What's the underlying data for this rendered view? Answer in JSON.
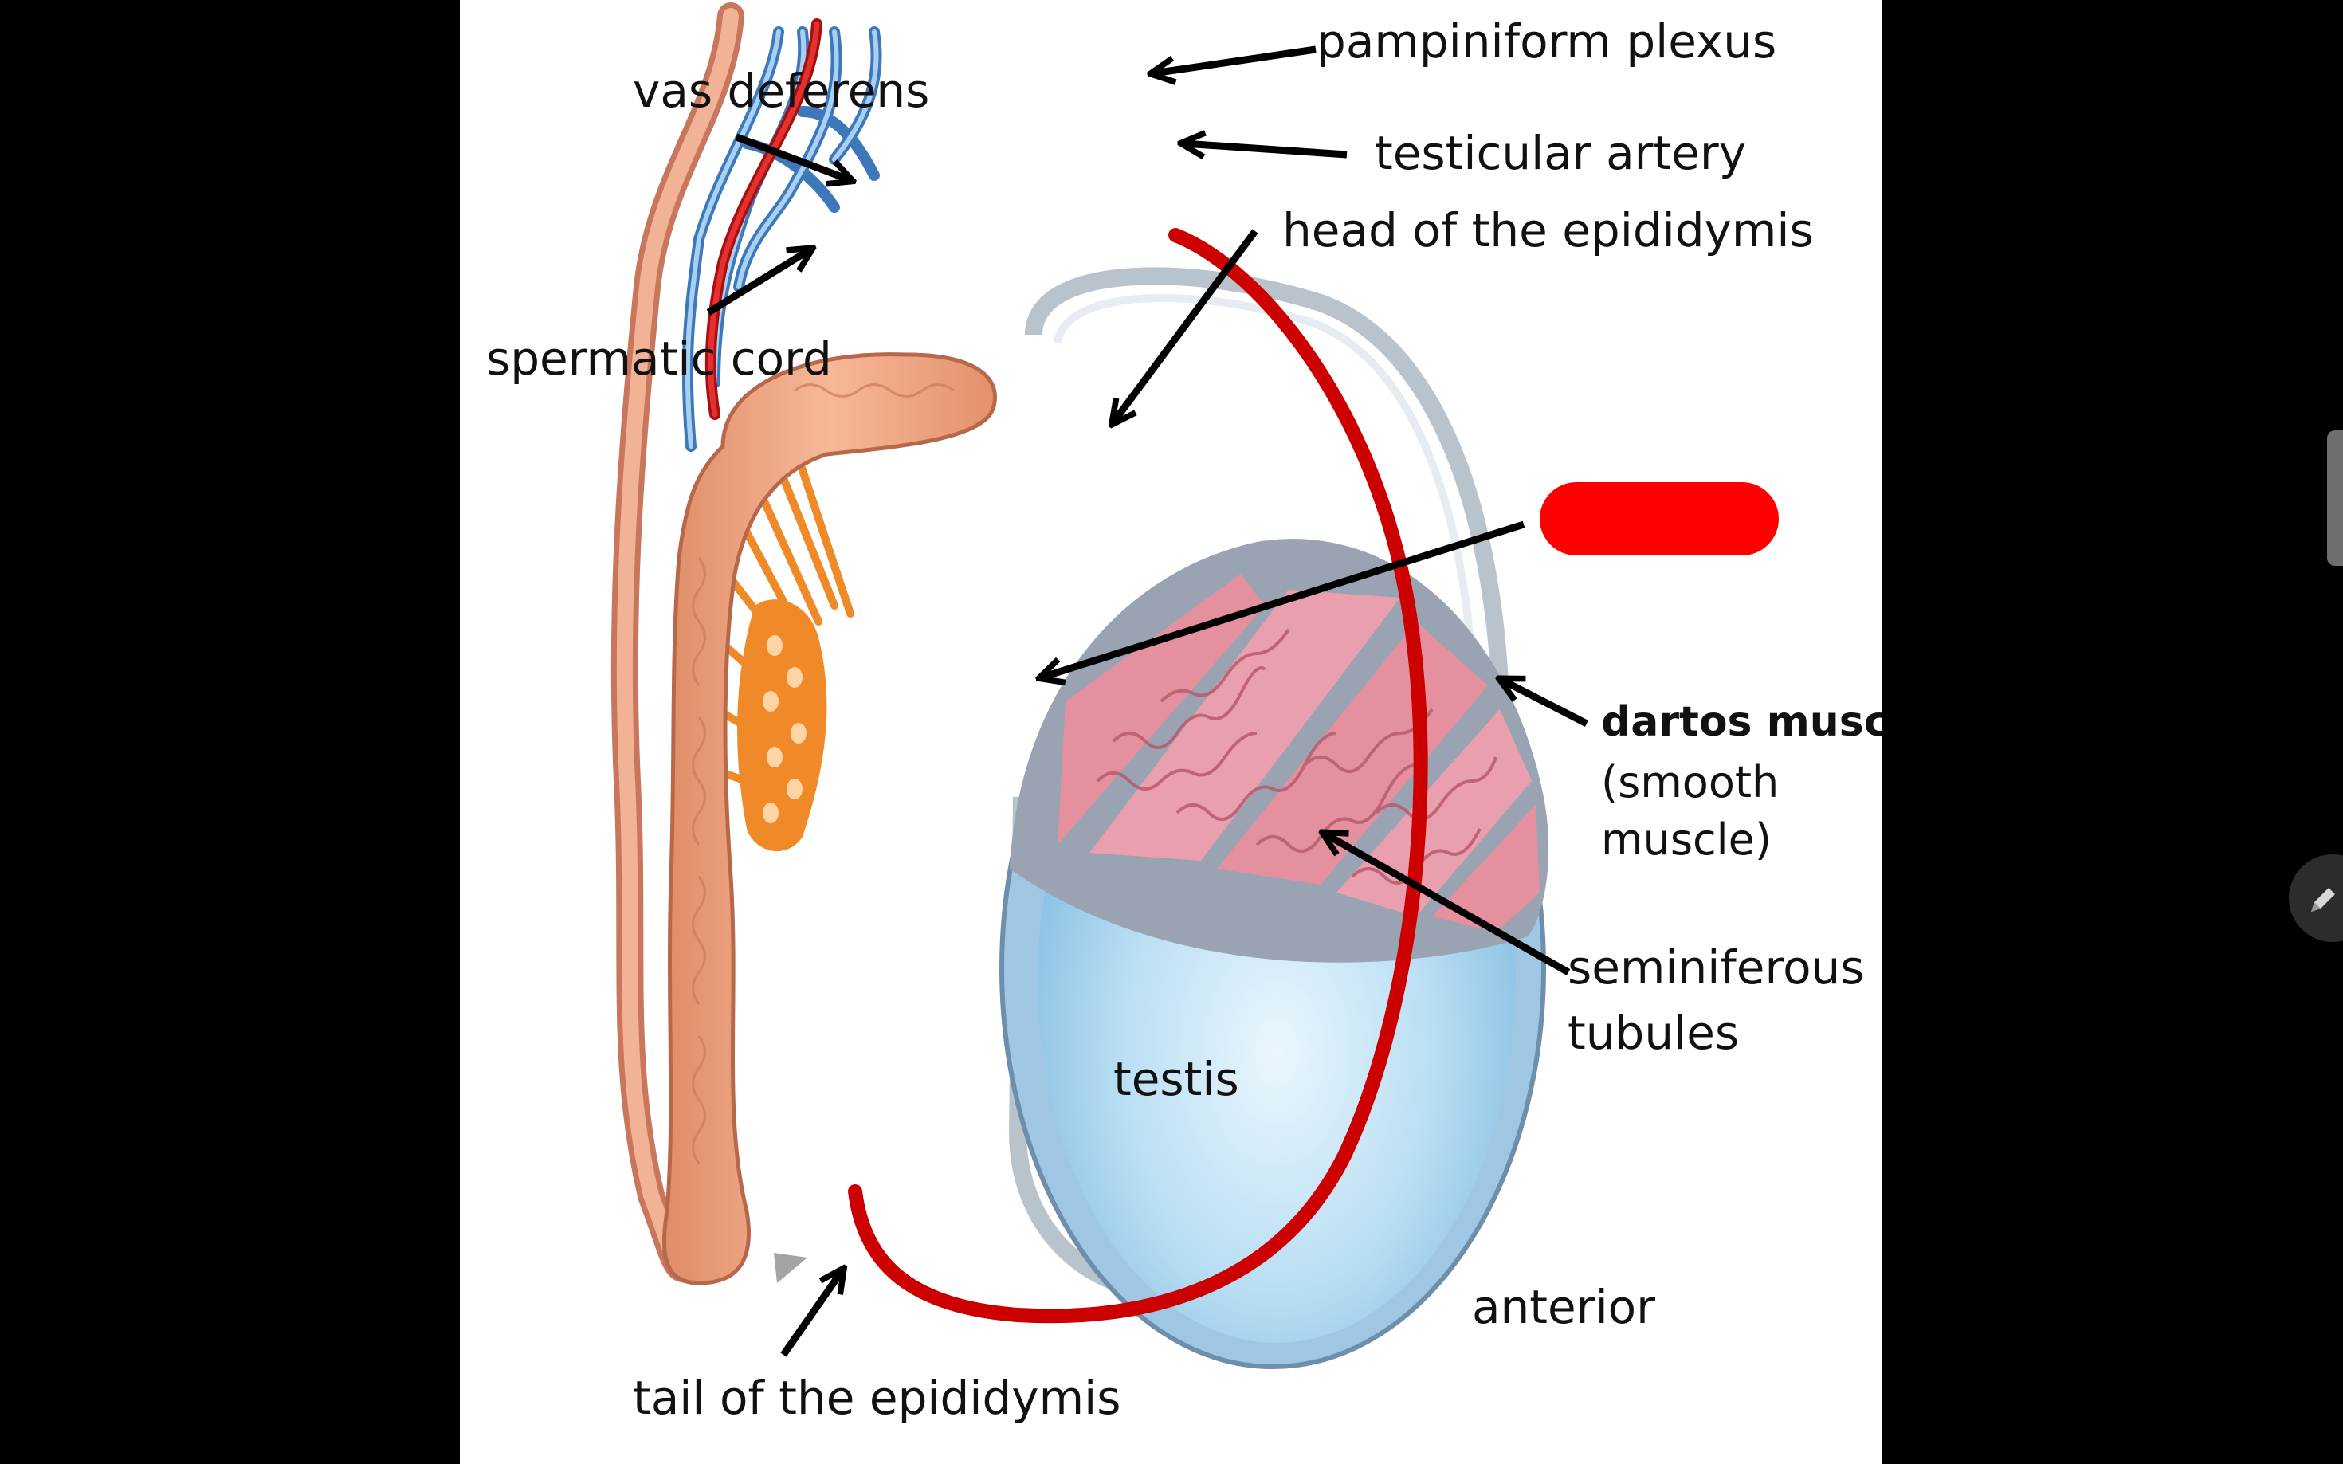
{
  "labels": {
    "pampiniform_plexus": "pampiniform plexus",
    "vas_deferens": "vas deferens",
    "testicular_artery": "testicular artery",
    "head_epididymis": "head of the epididymis",
    "spermatic_cord": "spermatic cord",
    "dartos_muscle": "dartos muscle",
    "smooth_line1": "(smooth",
    "smooth_line2": "muscle)",
    "seminiferous_line1": "seminiferous",
    "seminiferous_line2": "tubules",
    "testis": "testis",
    "anterior": "anterior",
    "tail_epididymis": "tail of the epididymis"
  },
  "colors": {
    "dartos_outline": "#cc0000",
    "redaction": "#ff0000",
    "testis": "#a8d6f0",
    "epididymis": "#f0a07a",
    "artery": "#d02020",
    "vein": "#4a86c8",
    "tubules": "#e89aa8",
    "rete": "#f08a28"
  },
  "icons": {
    "pen_button": "pen-icon"
  }
}
